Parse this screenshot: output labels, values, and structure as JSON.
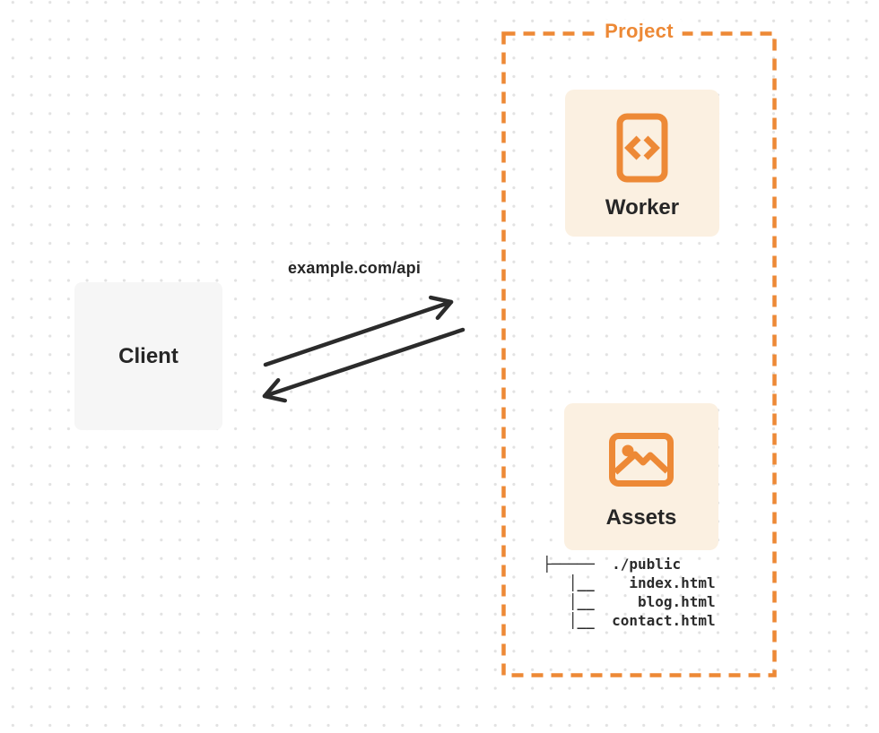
{
  "client": {
    "label": "Client"
  },
  "request": {
    "url": "example.com/api"
  },
  "project": {
    "label": "Project",
    "worker": {
      "label": "Worker",
      "icon": "code-file-icon"
    },
    "assets": {
      "label": "Assets",
      "icon": "image-icon",
      "file_tree_text": "├─────  ./public\n   │__    index.html\n   │__     blog.html\n   │__  contact.html"
    }
  },
  "colors": {
    "accent": "#ED8936",
    "ink": "#2B2B2B",
    "card_bg": "#FBF0E1",
    "client_bg": "#F6F6F6",
    "dot": "#E2E2E2",
    "label_bg": "#FFFFFF"
  }
}
